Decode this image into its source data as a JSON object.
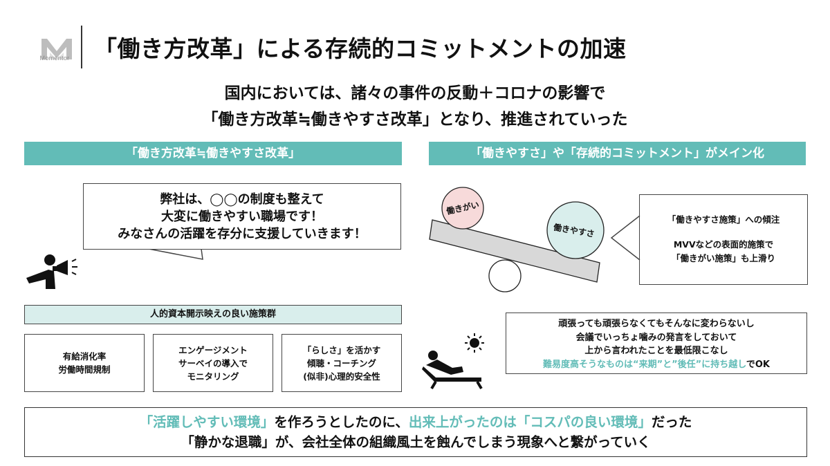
{
  "logo": {
    "text": "Momentor",
    "icon": "momentor-logo-icon"
  },
  "title": "「働き方改革」による存続的コミットメントの加速",
  "subtitle": {
    "line1": "国内においては、諸々の事件の反動＋コロナの影響で",
    "line2": "「働き方改革≒働きやすさ改革」となり、推進されていった"
  },
  "left": {
    "band": "「働き方改革≒働きやすさ改革」",
    "speech": {
      "line1": "弊社は、◯◯の制度も整えて",
      "line2": "大変に働きやすい職場です！",
      "line3": "みなさんの活躍を存分に支援していきます！"
    },
    "speaker_icon": "megaphone-person-icon",
    "measures_title": "人的資本開示映えの良い施策群",
    "measures": [
      {
        "line1": "有給消化率",
        "line2": "労働時間規制"
      },
      {
        "line1": "エンゲージメント",
        "line2": "サーベイの導入で",
        "line3": "モニタリング"
      },
      {
        "line1": "「らしさ」を活かす",
        "line2": "傾聴・コーチング",
        "line3": "(似非)心理的安全性"
      }
    ]
  },
  "right": {
    "band": "「働きやすさ」や「存続的コミットメント」がメイン化",
    "seesaw": {
      "small_ball": "働きがい",
      "big_ball": "働きやすさ",
      "small_ball_color": "#f7dada",
      "big_ball_color": "#d9eeec"
    },
    "callout": {
      "line1": "「働きやすさ施策」への傾注",
      "line2": "MVVなどの表面的施策で",
      "line3": "「働きがい施策」も上滑り"
    },
    "quiet": {
      "line1": "頑張っても頑張らなくてもそんなに変わらないし",
      "line2": "会議でいっちょ噛みの発言をしておいて",
      "line3": "上から言われたことを最低限こなし",
      "line4_teal": "難易度高そうなものは“来期”と”後任”に持ち越し",
      "line4_rest": "でOK"
    },
    "relax_icon": "sunbathing-person-icon"
  },
  "bottom": {
    "l1_a": "「活躍しやすい環境」",
    "l1_b": "を作ろうとしたのに、",
    "l1_c": "出来上がったのは「コスパの良い環境」",
    "l1_d": "だった",
    "line2": "「静かな退職」が、会社全体の組織風土を蝕んでしまう現象へと繋がっていく"
  },
  "colors": {
    "accent": "#62bcb7",
    "accent_light": "#d9eeec",
    "pink": "#f7dada"
  }
}
